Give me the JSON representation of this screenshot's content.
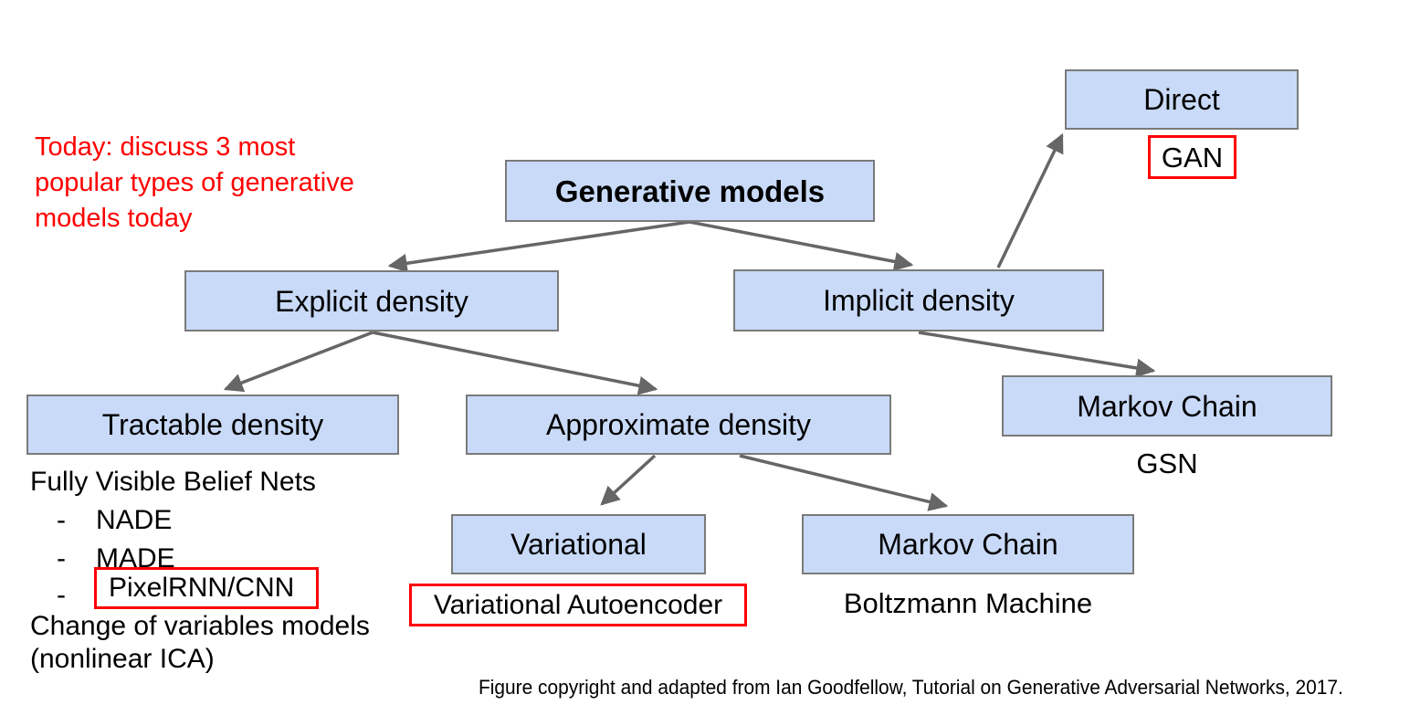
{
  "annotation": {
    "lines": [
      "Today: discuss 3 most",
      "popular types of generative",
      "models today"
    ]
  },
  "tree": {
    "root": "Generative models",
    "explicit": "Explicit density",
    "implicit": "Implicit density",
    "tractable": "Tractable density",
    "approximate": "Approximate density",
    "variational": "Variational",
    "markov_mid": "Markov Chain",
    "markov_right": "Markov Chain",
    "direct": "Direct"
  },
  "examples": {
    "gan": "GAN",
    "gsn": "GSN",
    "vae": "Variational Autoencoder",
    "boltzmann": "Boltzmann Machine"
  },
  "tractable_list": {
    "header": "Fully Visible Belief Nets",
    "bullet": "-",
    "items": [
      "NADE",
      "MADE",
      "PixelRNN/CNN"
    ],
    "footer": [
      "Change of variables models",
      "(nonlinear ICA)"
    ]
  },
  "caption": "Figure copyright and adapted from Ian Goodfellow, Tutorial on Generative Adversarial Networks, 2017.",
  "colors": {
    "box_fill": "#c9daf8",
    "box_border": "#7a7a7a",
    "arrow": "#666666",
    "highlight_red": "#ff0000",
    "annotation_red": "#ff0000"
  }
}
